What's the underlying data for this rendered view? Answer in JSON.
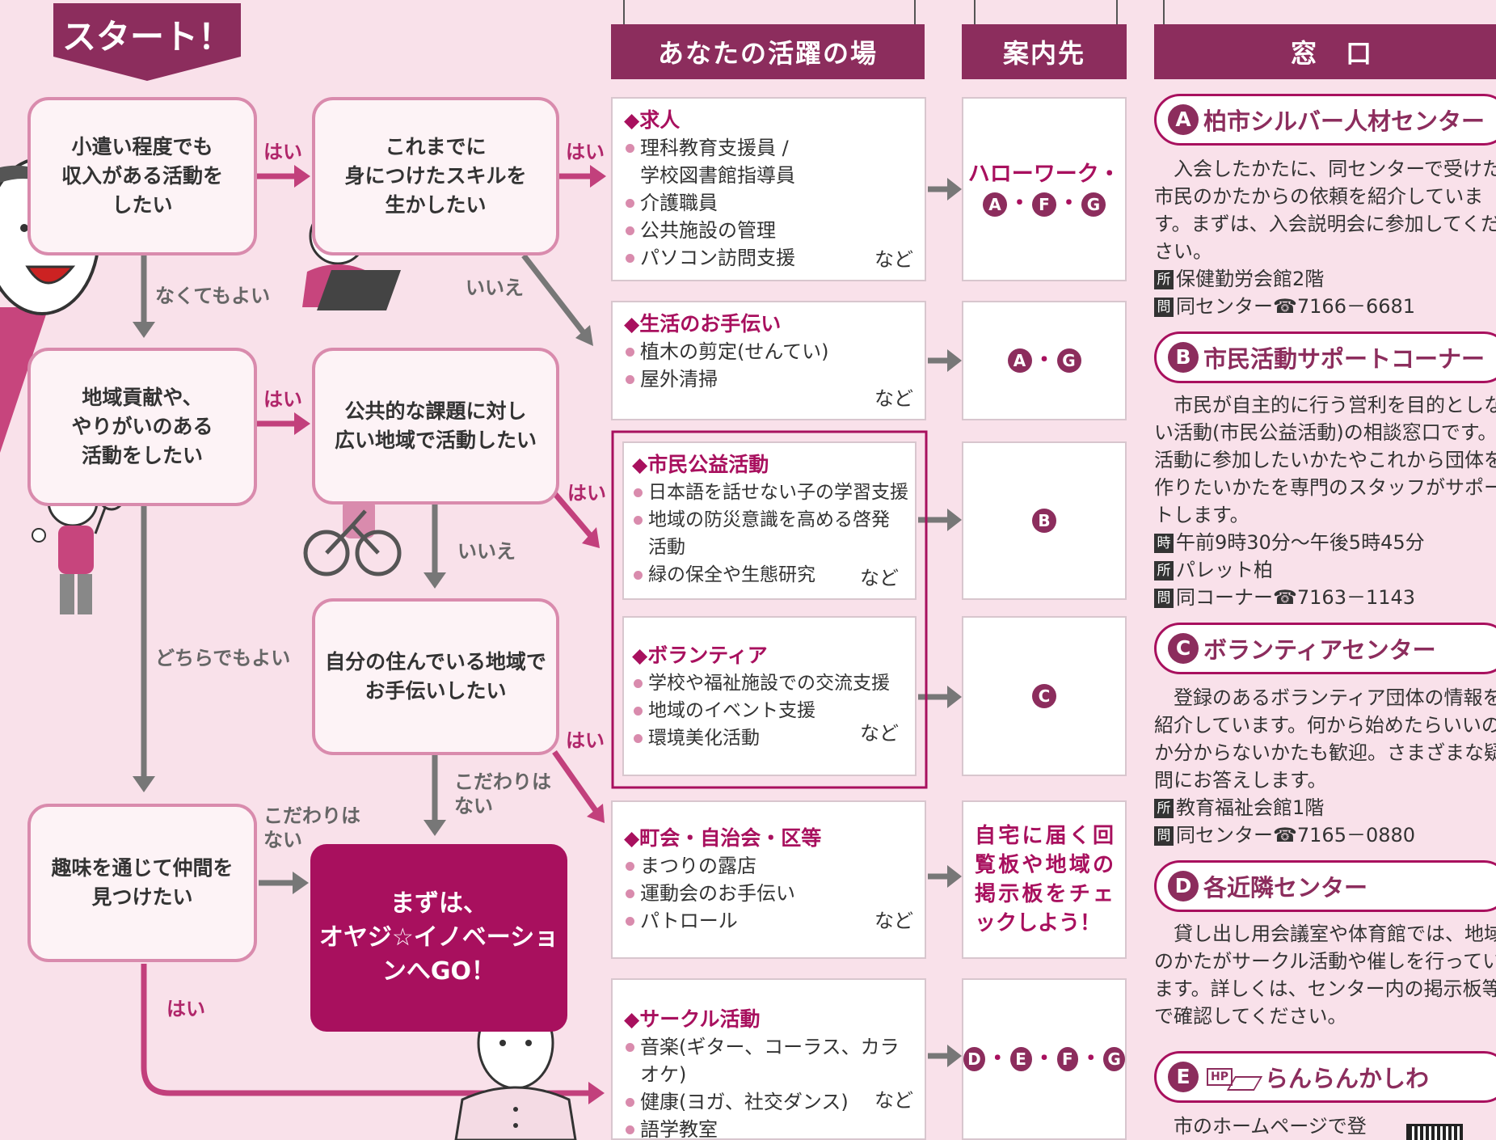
{
  "start": "スタート！",
  "questions": {
    "q1": "小遣い程度でも\n収入がある活動を\nしたい",
    "q2": "これまでに\n身につけたスキルを\n生かしたい",
    "q3": "地域貢献や、\nやりがいのある\n活動をしたい",
    "q4": "公共的な課題に対し\n広い地域で活動したい",
    "q5": "自分の住んでいる地域で\nお手伝いしたい",
    "q6": "趣味を通じて仲間を\n見つけたい"
  },
  "goal": "まずは、\nオヤジ☆イノベーショ\nンへGO！",
  "labels": {
    "hai": "はい",
    "iie": "いいえ",
    "nakutemo": "なくてもよい",
    "dochira": "どちらでもよい",
    "kodawari": "こだわりは\nない"
  },
  "headers": {
    "activity": "あなたの活躍の場",
    "guide": "案内先",
    "window": "窓　口"
  },
  "activities": [
    {
      "title": "◆求人",
      "items": [
        "理科教育支援員 /",
        "学校図書館指導員",
        "介護職員",
        "公共施設の管理",
        "パソコン訪問支援"
      ],
      "more": "など"
    },
    {
      "title": "◆生活のお手伝い",
      "items": [
        "植木の剪定(せんてい)",
        "屋外清掃"
      ],
      "more": "など"
    },
    {
      "title": "◆市民公益活動",
      "items": [
        "日本語を話せない子の学習支援",
        "地域の防災意識を高める啓発",
        "活動",
        "緑の保全や生態研究"
      ],
      "more": "など"
    },
    {
      "title": "◆ボランティア",
      "items": [
        "学校や福祉施設での交流支援",
        "地域のイベント支援",
        "環境美化活動"
      ],
      "more": "など"
    },
    {
      "title": "◆町会・自治会・区等",
      "items": [
        "まつりの露店",
        "運動会のお手伝い",
        "パトロール"
      ],
      "more": "など"
    },
    {
      "title": "◆サークル活動",
      "items": [
        "音楽(ギター、コーラス、カラオケ)",
        "健康(ヨガ、社交ダンス)",
        "語学教室"
      ],
      "more": "など"
    }
  ],
  "destinations": {
    "d1_text": "ハローワーク・",
    "d1_badges": [
      "A",
      "F",
      "G"
    ],
    "d2_badges": [
      "A",
      "G"
    ],
    "d3_badges": [
      "B"
    ],
    "d4_badges": [
      "C"
    ],
    "d5_text": "自宅に届く回覧板や地域の掲示板をチェックしよう！",
    "d6_badges": [
      "D",
      "E",
      "F",
      "G"
    ]
  },
  "windows": [
    {
      "letter": "A",
      "name": "柏市シルバー人材センター",
      "desc": "入会したかたに、同センターで受けた市民のかたからの依頼を紹介しています。まずは、入会説明会に参加してください。",
      "place_tag": "所",
      "place": "保健勤労会館2階",
      "contact_tag": "問",
      "contact": "同センター☎7166－6681"
    },
    {
      "letter": "B",
      "name": "市民活動サポートコーナー",
      "desc": "市民が自主的に行う営利を目的としない活動(市民公益活動)の相談窓口です。活動に参加したいかたやこれから団体を作りたいかたを専門のスタッフがサポートします。",
      "time_tag": "時",
      "time": "午前9時30分～午後5時45分",
      "place_tag": "所",
      "place": "パレット柏",
      "contact_tag": "問",
      "contact": "同コーナー☎7163－1143"
    },
    {
      "letter": "C",
      "name": "ボランティアセンター",
      "desc": "登録のあるボランティア団体の情報を紹介しています。何から始めたらいいのか分からないかたも歓迎。さまざまな疑問にお答えします。",
      "place_tag": "所",
      "place": "教育福祉会館1階",
      "contact_tag": "問",
      "contact": "同センター☎7165－0880"
    },
    {
      "letter": "D",
      "name": "各近隣センター",
      "desc": "貸し出し用会議室や体育館では、地域のかたがサークル活動や催しを行っています。詳しくは、センター内の掲示板等で確認してください。"
    },
    {
      "letter": "E",
      "name": "らんらんかしわ",
      "hp": "HP",
      "desc": "市のホームページで登"
    }
  ],
  "colors": {
    "accent": "#8c2d5d",
    "magenta": "#a8105e",
    "pink_bg": "#f9e1ea",
    "box_border": "#d98bad",
    "arrow_gray": "#777777",
    "arrow_pink": "#c2407c"
  }
}
